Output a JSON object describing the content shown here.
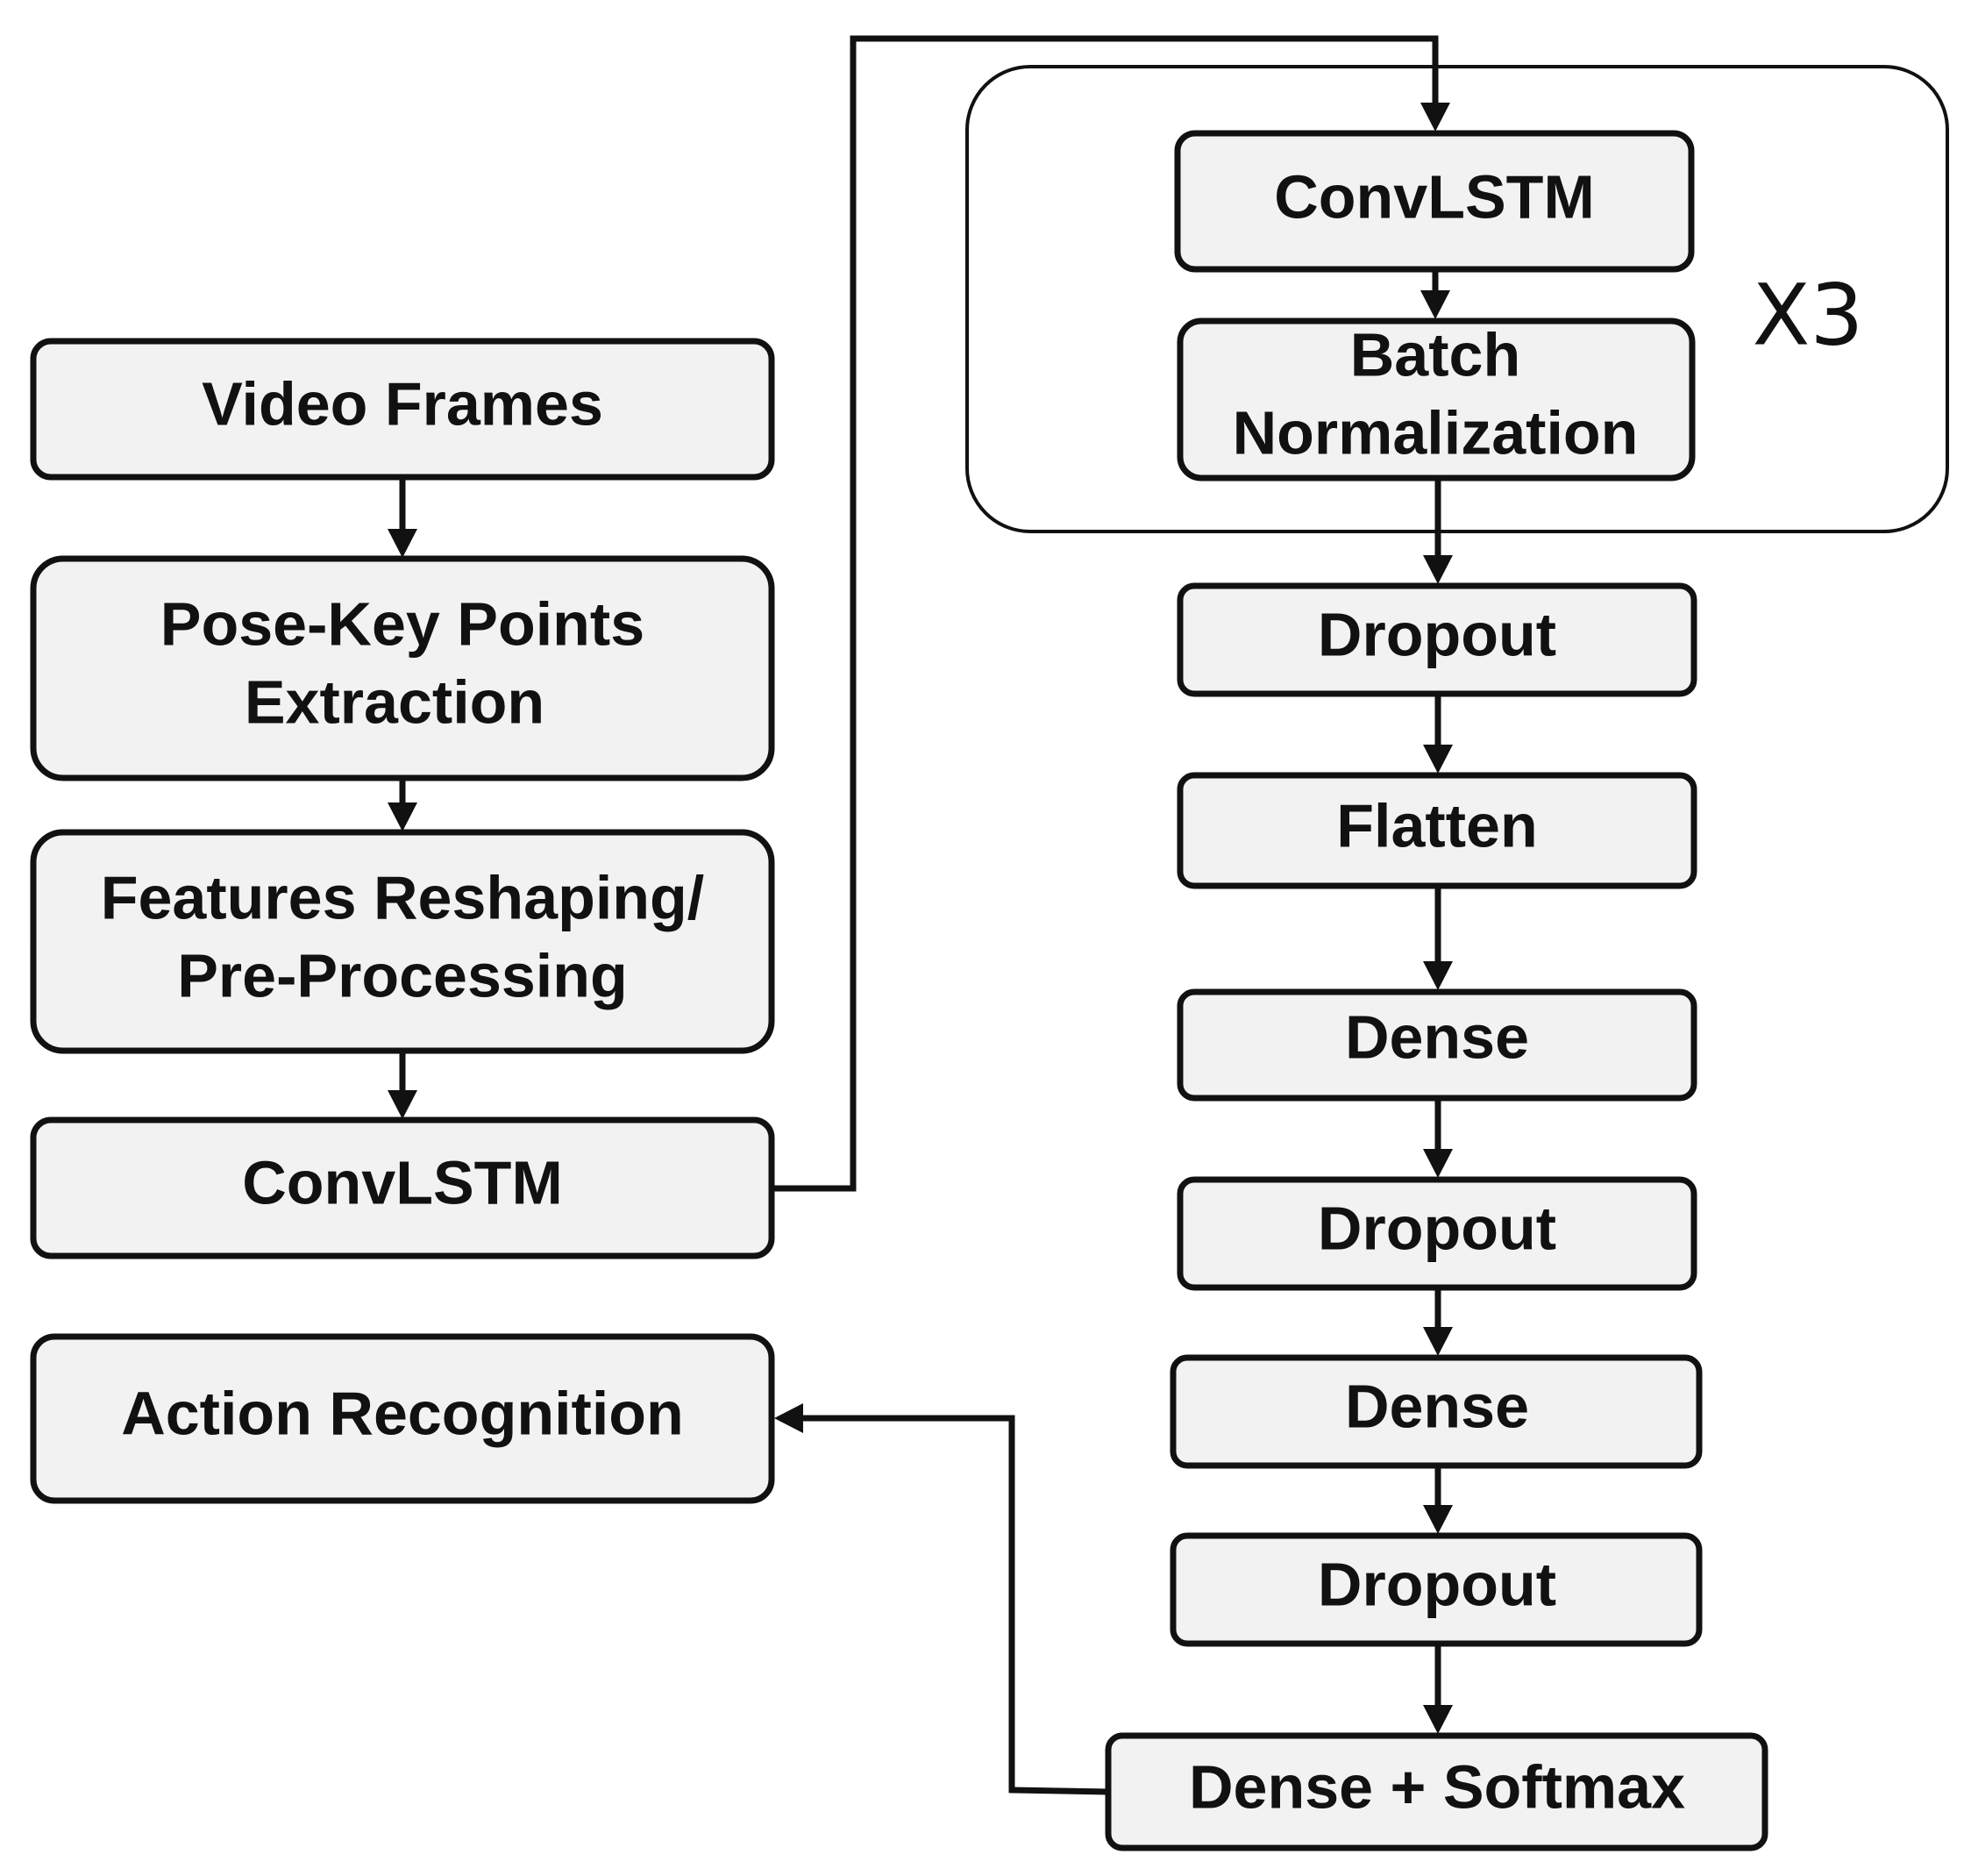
{
  "nodes": {
    "video_frames": {
      "label": "Video Frames"
    },
    "pose_key_points": {
      "lines": [
        "Pose-Key Points",
        "Extraction"
      ]
    },
    "features_reshaping": {
      "lines": [
        "Features Reshaping/",
        "Pre-Processing"
      ]
    },
    "convlstm_input": {
      "label": "ConvLSTM"
    },
    "action_recognition": {
      "label": "Action Recognition"
    },
    "block_convlstm": {
      "label": "ConvLSTM"
    },
    "block_batch_norm": {
      "lines": [
        "Batch",
        "Normalization"
      ]
    },
    "dropout_1": {
      "label": "Dropout"
    },
    "flatten": {
      "label": "Flatten"
    },
    "dense_1": {
      "label": "Dense"
    },
    "dropout_2": {
      "label": "Dropout"
    },
    "dense_2": {
      "label": "Dense"
    },
    "dropout_3": {
      "label": "Dropout"
    },
    "dense_softmax": {
      "label": "Dense + Softmax"
    }
  },
  "repeat_group": {
    "multiplier": "X3"
  },
  "edges": [
    [
      "video_frames",
      "pose_key_points"
    ],
    [
      "pose_key_points",
      "features_reshaping"
    ],
    [
      "features_reshaping",
      "convlstm_input"
    ],
    [
      "convlstm_input",
      "block_convlstm"
    ],
    [
      "block_convlstm",
      "block_batch_norm"
    ],
    [
      "block_batch_norm",
      "dropout_1"
    ],
    [
      "dropout_1",
      "flatten"
    ],
    [
      "flatten",
      "dense_1"
    ],
    [
      "dense_1",
      "dropout_2"
    ],
    [
      "dropout_2",
      "dense_2"
    ],
    [
      "dense_2",
      "dropout_3"
    ],
    [
      "dropout_3",
      "dense_softmax"
    ],
    [
      "dense_softmax",
      "action_recognition"
    ]
  ]
}
